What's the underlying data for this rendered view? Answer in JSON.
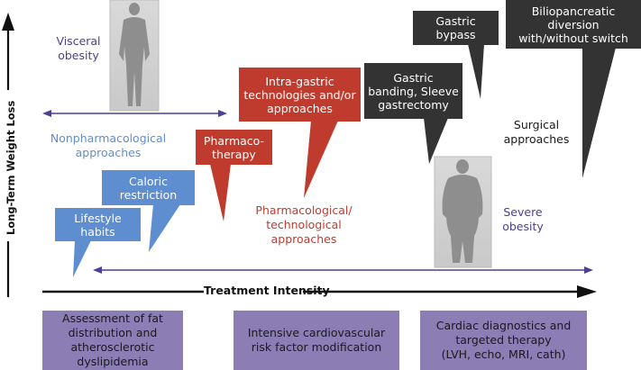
{
  "axes": {
    "y_label": "Long-Term Weight Loss",
    "x_label": "Treatment Intensity"
  },
  "colors": {
    "lifestyle_blue": "#5E8ED0",
    "pharma_red": "#BE3B2E",
    "surgical_dark": "#333333",
    "purple_arrow": "#4A4192",
    "bottom_box": "#8C7DB5",
    "nonpharm_text": "#5E8ED0",
    "pharm_text": "#BE3B2E",
    "obesity_text": "#4A4192"
  },
  "labels": {
    "visceral_obesity": "Visceral\nobesity",
    "nonpharm": "Nonpharmacological\napproaches",
    "pharm_tech": "Pharmacological/\ntechnological\napproaches",
    "surgical": "Surgical\napproaches",
    "severe_obesity": "Severe\nobesity"
  },
  "bubbles": [
    {
      "id": "lifestyle",
      "text": "Lifestyle\nhabits",
      "category": "nonpharmacological"
    },
    {
      "id": "caloric",
      "text": "Caloric\nrestriction",
      "category": "nonpharmacological"
    },
    {
      "id": "pharmaco",
      "text": "Pharmaco-\ntherapy",
      "category": "pharmacological"
    },
    {
      "id": "intragastric",
      "text": "Intra-gastric\ntechnologies and/or\napproaches",
      "category": "pharmacological"
    },
    {
      "id": "banding",
      "text": "Gastric\nbanding, Sleeve\ngastrectomy",
      "category": "surgical"
    },
    {
      "id": "bypass",
      "text": "Gastric\nbypass",
      "category": "surgical"
    },
    {
      "id": "biliopancreatic",
      "text": "Biliopancreatic\ndiversion\nwith/without switch",
      "category": "surgical"
    }
  ],
  "bottom_boxes": [
    {
      "text": "Assessment of fat\ndistribution and\natherosclerotic dyslipidemia"
    },
    {
      "text": "Intensive cardiovascular\nrisk factor modification"
    },
    {
      "text": "Cardiac diagnostics and\ntargeted therapy\n(LVH, echo, MRI, cath)"
    }
  ]
}
